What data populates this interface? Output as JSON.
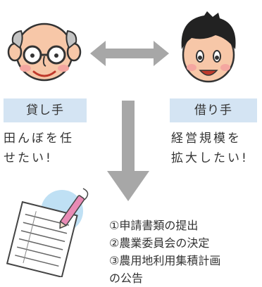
{
  "lender": {
    "label": "貸し手",
    "desc_line1": "田んぼを任",
    "desc_line2": "せたい!"
  },
  "borrower": {
    "label": "借り手",
    "desc_line1": "経営規模を",
    "desc_line2": "拡大したい!"
  },
  "steps": [
    "①申請書類の提出",
    "②農業委員会の決定",
    "③農用地利用集積計画",
    "の公告"
  ],
  "colors": {
    "label_bg": "#d4e4f3",
    "arrow": "#a7a7a7",
    "text": "#333333",
    "document_circle": "#bfe0f4"
  }
}
